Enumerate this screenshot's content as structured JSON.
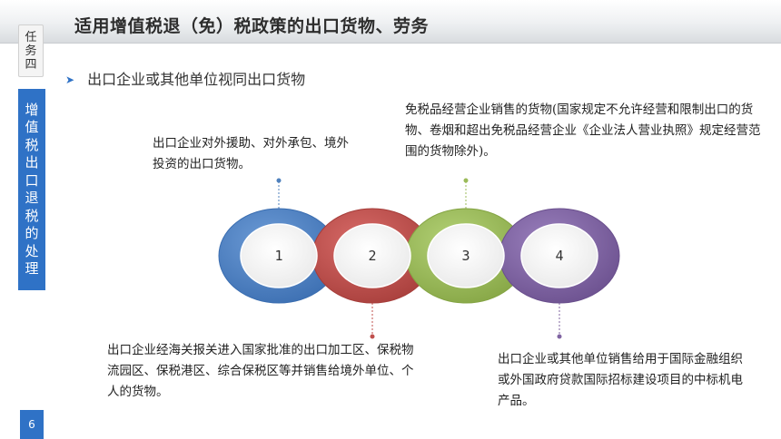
{
  "header": {
    "title": "适用增值税退（免）税政策的出口货物、劳务"
  },
  "sidebar": {
    "task_label_1": "任",
    "task_label_2": "务",
    "task_label_3": "四",
    "topic_chars": [
      "增",
      "值",
      "税",
      "出",
      "口",
      "退",
      "税",
      "的",
      "处",
      "理"
    ]
  },
  "page_number": "6",
  "subtitle": "出口企业或其他单位视同出口货物",
  "rings": [
    "1",
    "2",
    "3",
    "4"
  ],
  "ring_colors": [
    "#4f81bd",
    "#c0504d",
    "#9bbb59",
    "#8064a2"
  ],
  "captions": {
    "top_left": "出口企业对外援助、对外承包、境外投资的出口货物。",
    "top_right": "免税品经营企业销售的货物(国家规定不允许经营和限制出口的货物、卷烟和超出免税品经营企业《企业法人营业执照》规定经营范围的货物除外)。",
    "bottom_left": "出口企业经海关报关进入国家批准的出口加工区、保税物流园区、保税港区、综合保税区等并销售给境外单位、个人的货物。",
    "bottom_right": "出口企业或其他单位销售给用于国际金融组织或外国政府贷款国际招标建设项目的中标机电产品。"
  }
}
